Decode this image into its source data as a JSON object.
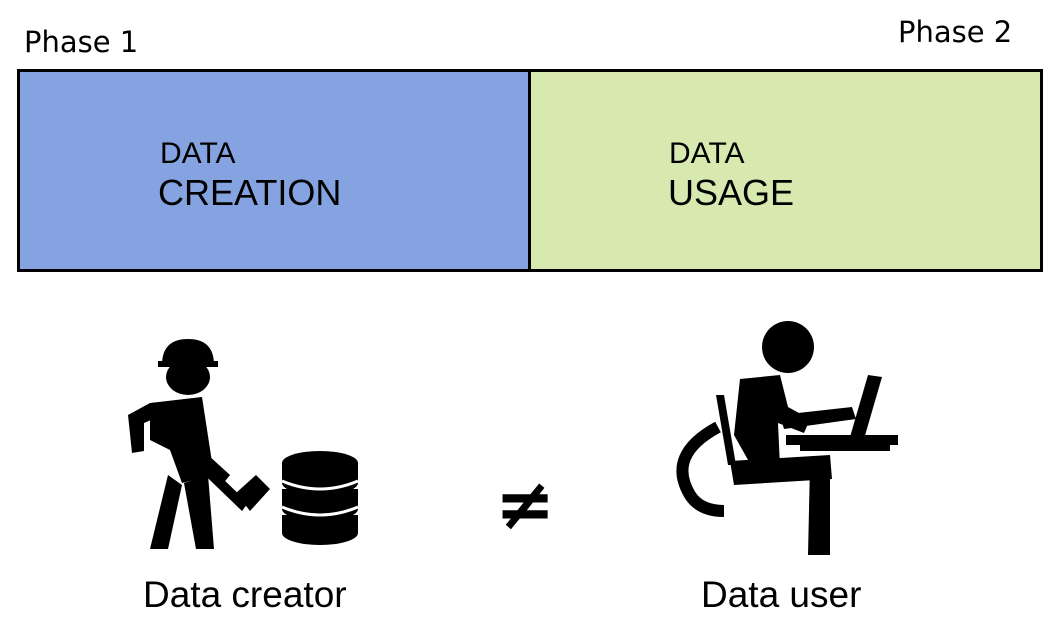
{
  "phases": {
    "phase1": "Phase 1",
    "phase2": "Phase 2"
  },
  "bands": {
    "creation": {
      "line1": "DATA",
      "line2": "CREATION",
      "color": "#84a3e0"
    },
    "usage": {
      "line1": "DATA",
      "line2": "USAGE",
      "color": "#d8e9b0"
    }
  },
  "figures": {
    "creator": {
      "caption": "Data creator",
      "icon": "worker-digging-icon",
      "db_icon": "database-icon"
    },
    "user": {
      "caption": "Data user",
      "icon": "person-laptop-icon"
    }
  },
  "relation": {
    "symbol": "≠"
  }
}
